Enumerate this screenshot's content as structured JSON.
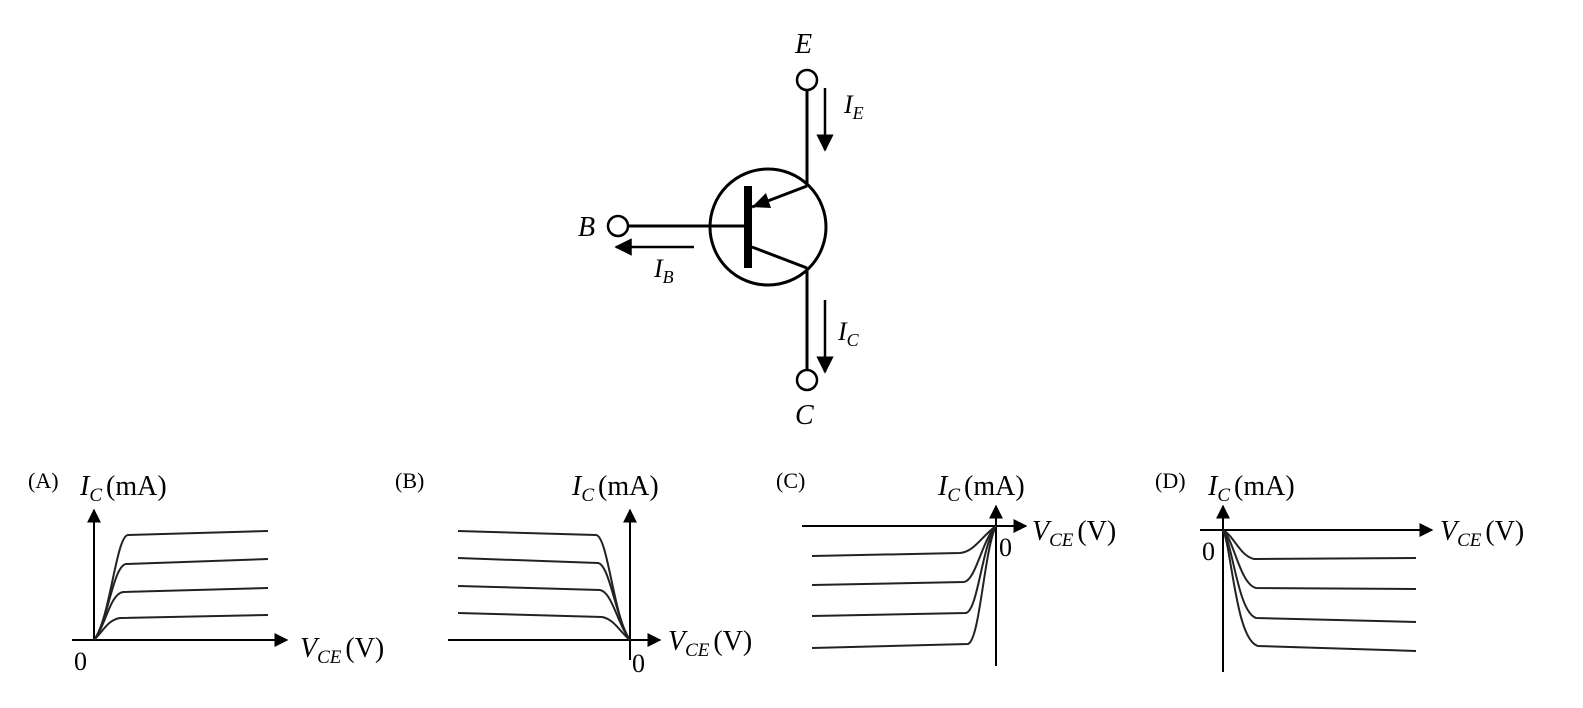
{
  "circuit": {
    "terminal_emitter": "E",
    "terminal_base": "B",
    "terminal_collector": "C",
    "current_emitter": {
      "main": "I",
      "sub": "E"
    },
    "current_base": {
      "main": "I",
      "sub": "B"
    },
    "current_collector": {
      "main": "I",
      "sub": "C"
    }
  },
  "options": [
    {
      "label": "(A)",
      "y_axis": {
        "main": "I",
        "sub": "C",
        "unit": "(mA)"
      },
      "x_axis": {
        "main": "V",
        "sub": "CE",
        "unit": "(V)"
      },
      "origin": "0"
    },
    {
      "label": "(B)",
      "y_axis": {
        "main": "I",
        "sub": "C",
        "unit": "(mA)"
      },
      "x_axis": {
        "main": "V",
        "sub": "CE",
        "unit": "(V)"
      },
      "origin": "0"
    },
    {
      "label": "(C)",
      "y_axis": {
        "main": "I",
        "sub": "C",
        "unit": "(mA)"
      },
      "x_axis": {
        "main": "V",
        "sub": "CE",
        "unit": "(V)"
      },
      "origin": "0"
    },
    {
      "label": "(D)",
      "y_axis": {
        "main": "I",
        "sub": "C",
        "unit": "(mA)"
      },
      "x_axis": {
        "main": "V",
        "sub": "CE",
        "unit": "(V)"
      },
      "origin": "0"
    }
  ]
}
